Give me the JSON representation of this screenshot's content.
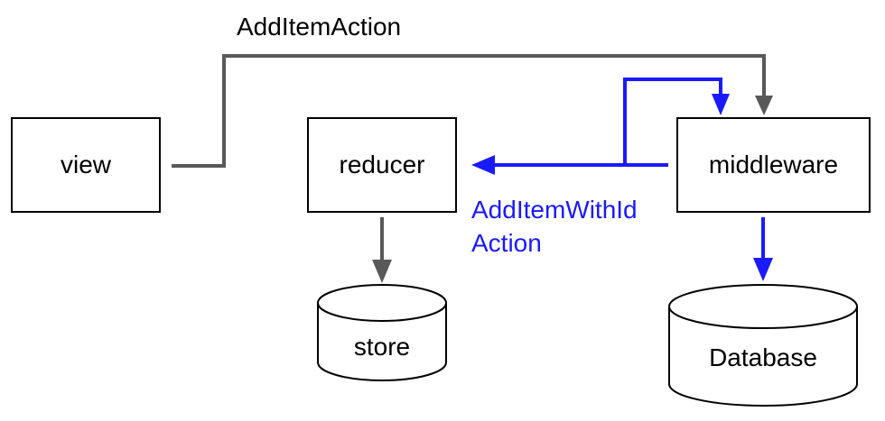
{
  "nodes": {
    "view": "view",
    "reducer": "reducer",
    "middleware": "middleware",
    "store": "store",
    "database": "Database"
  },
  "edges": {
    "view_to_middleware": "AddItemAction",
    "middleware_to_reducer_line1": "AddItemWithId",
    "middleware_to_reducer_line2": "Action"
  },
  "colors": {
    "gray_arrow": "#595959",
    "blue_arrow": "#1a1aff",
    "box_border": "#000000",
    "blue_text": "#1a1aff",
    "black_text": "#000000"
  }
}
